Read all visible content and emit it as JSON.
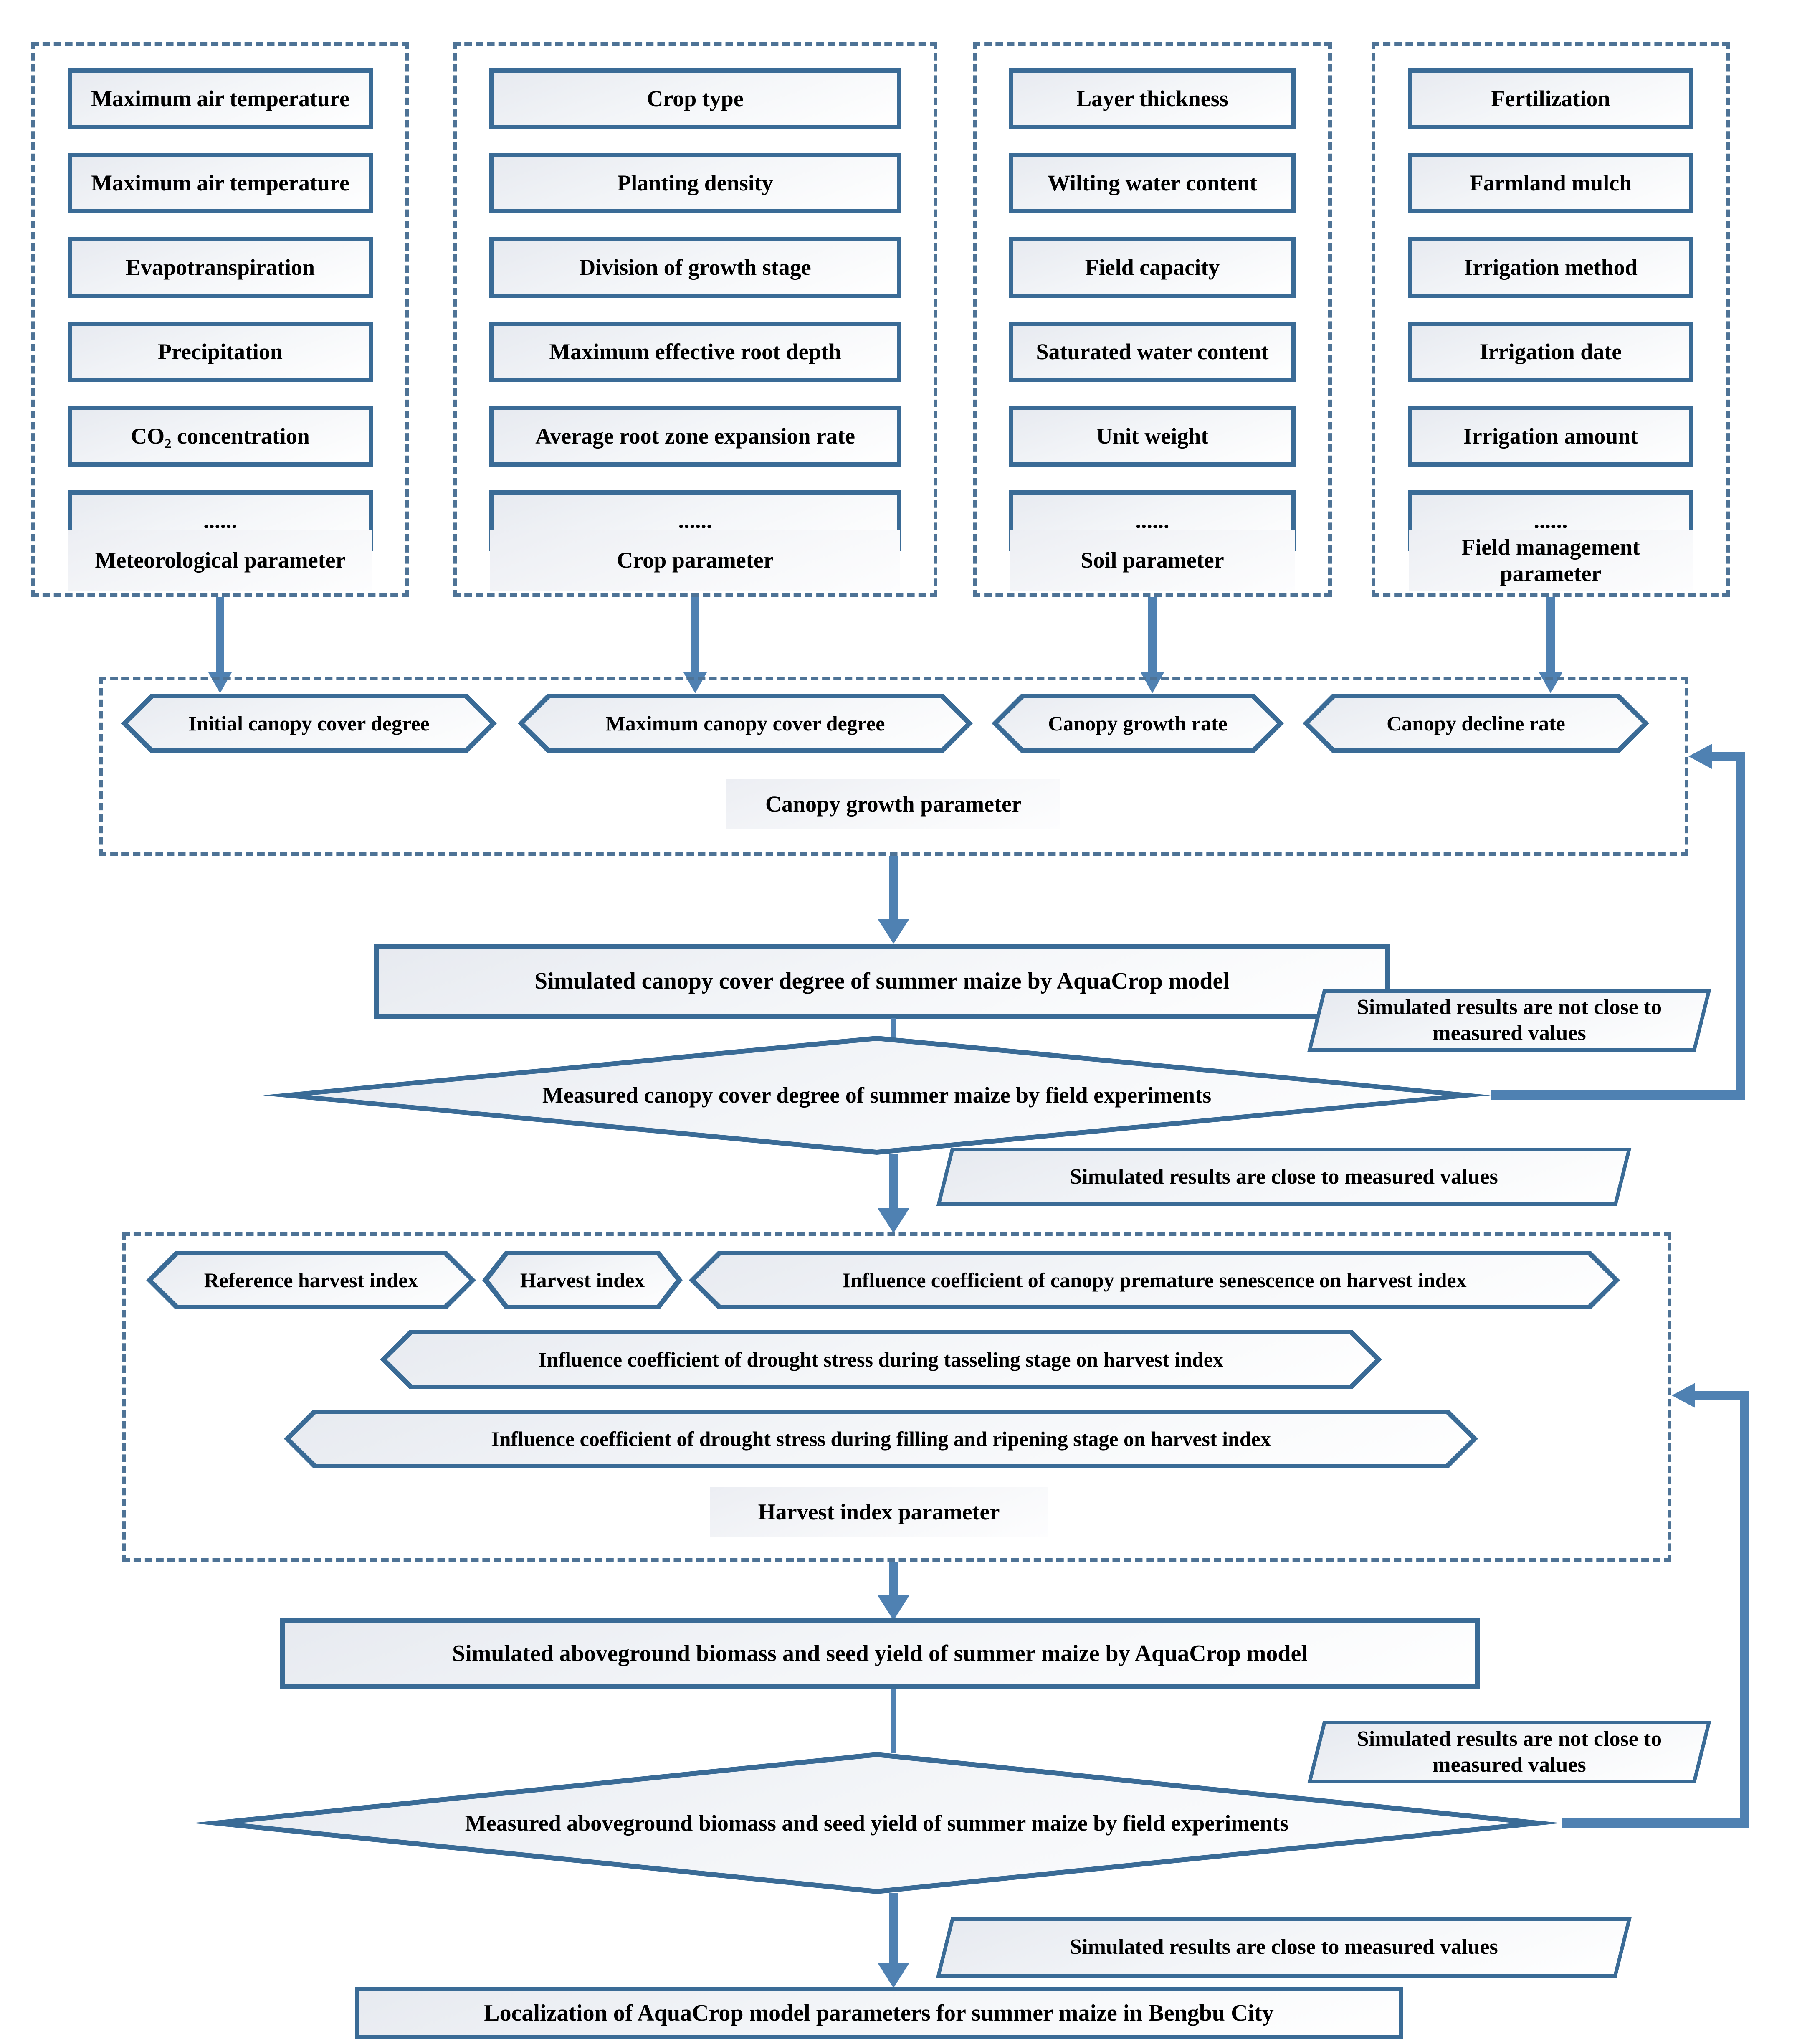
{
  "palette": {
    "border_blue": "#3a6b96",
    "arrow_blue": "#4f81b2",
    "dash_blue": "#4e7396"
  },
  "columns": [
    {
      "label": "Meteorological parameter",
      "items": [
        "Maximum air temperature",
        "Maximum air temperature",
        "Evapotranspiration",
        "Precipitation",
        "CO₂ concentration",
        "......"
      ]
    },
    {
      "label": "Crop parameter",
      "items": [
        "Crop type",
        "Planting density",
        "Division of growth stage",
        "Maximum effective root depth",
        "Average root zone expansion rate",
        "......"
      ]
    },
    {
      "label": "Soil parameter",
      "items": [
        "Layer thickness",
        "Wilting water content",
        "Field capacity",
        "Saturated water content",
        "Unit weight",
        "......"
      ]
    },
    {
      "label": "Field management parameter",
      "items": [
        "Fertilization",
        "Farmland mulch",
        "Irrigation method",
        "Irrigation date",
        "Irrigation amount",
        "......"
      ]
    }
  ],
  "canopy_box": {
    "hexagons": [
      "Initial canopy cover degree",
      "Maximum canopy cover degree",
      "Canopy growth rate",
      "Canopy decline rate"
    ],
    "label": "Canopy growth parameter"
  },
  "stage1": {
    "simulated_box": "Simulated canopy cover degree of summer maize by AquaCrop model",
    "decision_diamond": "Measured canopy cover degree of summer maize by field experiments",
    "feedback_label": "Simulated results are not close to measured values",
    "proceed_label": "Simulated results are close to measured values"
  },
  "harvest_box": {
    "hexagons": [
      "Reference harvest index",
      "Harvest index",
      "Influence coefficient of canopy premature senescence on harvest index",
      "Influence coefficient of drought stress during tasseling stage on harvest index",
      "Influence coefficient of drought stress during filling and ripening stage on harvest index"
    ],
    "label": "Harvest index parameter"
  },
  "stage2": {
    "simulated_box": "Simulated aboveground biomass and seed yield of summer maize by AquaCrop model",
    "decision_diamond": "Measured aboveground biomass and seed yield of summer maize by field experiments",
    "feedback_label": "Simulated results are not close to measured values",
    "proceed_label": "Simulated results are close to measured values",
    "final_box": "Localization of AquaCrop model parameters for summer maize in Bengbu City"
  }
}
